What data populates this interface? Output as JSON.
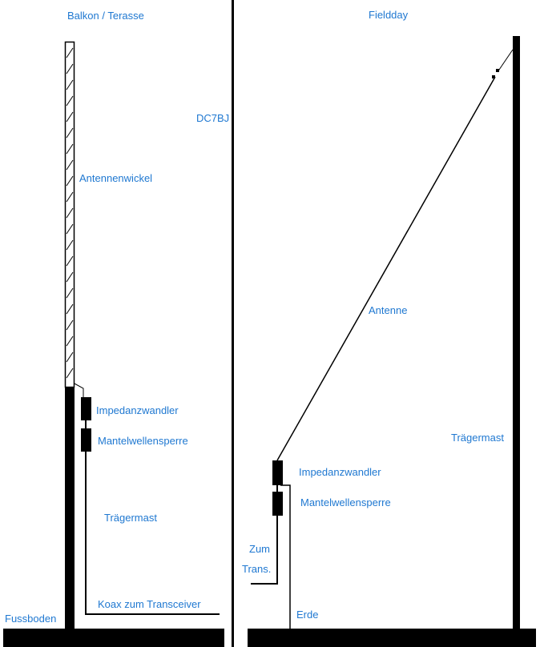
{
  "left_panel": {
    "title": "Balkon / Terasse",
    "labels": {
      "coil": "Antennenwickel",
      "impedance": "Impedanzwandler",
      "choke": "Mantelwellensperre",
      "mast": "Trägermast",
      "coax": "Koax zum Transceiver",
      "floor": "Fussboden"
    }
  },
  "author": "DC7BJ",
  "right_panel": {
    "title": "Fieldday",
    "labels": {
      "antenna": "Antenne",
      "mast": "Trägermast",
      "impedance": "Impedanzwandler",
      "choke": "Mantelwellensperre",
      "to_trans_1": "Zum",
      "to_trans_2": "Trans.",
      "ground": "Erde"
    }
  },
  "colors": {
    "text": "#1f78d1",
    "lines": "#000000",
    "background": "#ffffff"
  }
}
